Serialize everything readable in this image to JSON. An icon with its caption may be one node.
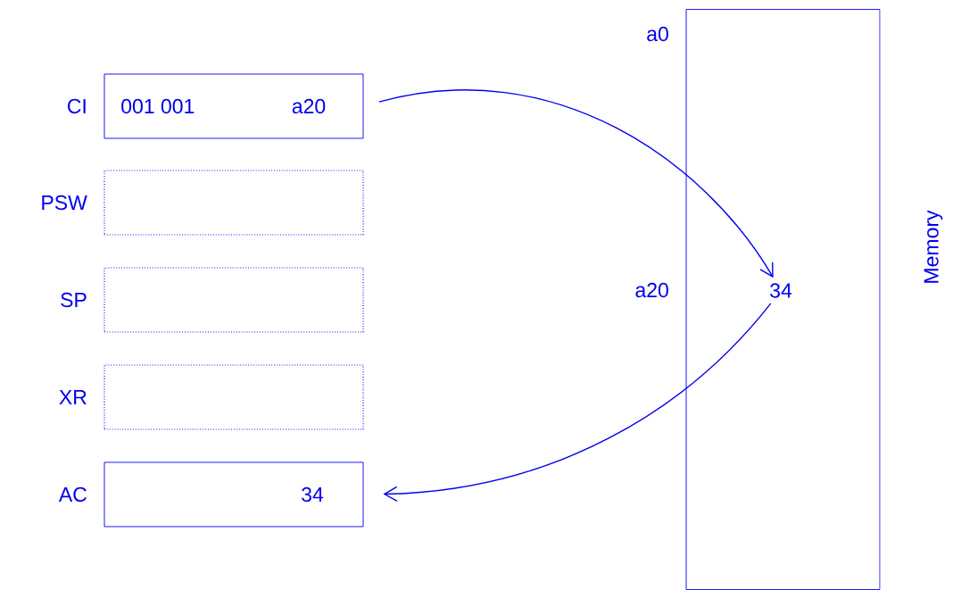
{
  "diagram": {
    "nodes": [
      {
        "text": [
          "001 001",
          "a20"
        ],
        "beside": [
          "CI"
        ]
      },
      {
        "text": [],
        "shape": "box",
        "beside": [
          "PSW"
        ]
      },
      {
        "text": [],
        "shape": "box",
        "beside": [
          "SP"
        ]
      },
      {
        "text": [],
        "shape": "box",
        "beside": [
          "XR"
        ]
      },
      {
        "text": [
          "34"
        ],
        "beside": [
          "AC"
        ]
      },
      {
        "text": [
          "Memory"
        ]
      },
      {
        "text": [
          "34"
        ],
        "in": 5
      }
    ],
    "edges": [
      {
        "from": 0,
        "to": 6,
        "arrow": "to"
      },
      {
        "from": 6,
        "to": 4,
        "arrow": "to"
      }
    ],
    "labels": [
      "a0",
      "a20"
    ]
  }
}
